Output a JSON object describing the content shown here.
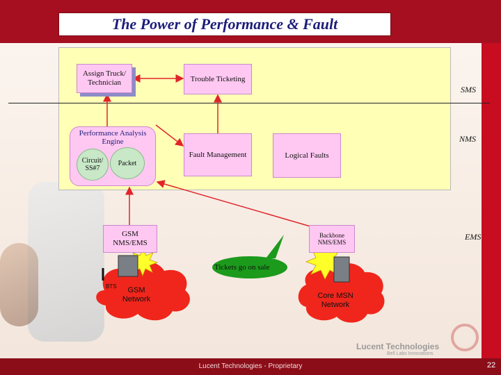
{
  "title": "The Power of Performance & Fault",
  "footer": "Lucent Technologies - Proprietary",
  "page_number": "22",
  "logo": {
    "name": "Lucent Technologies",
    "tagline": "Bell Labs Innovations"
  },
  "layers": {
    "sms": "SMS",
    "nms": "NMS",
    "ems": "EMS"
  },
  "boxes": {
    "assign": "Assign Truck/ Technician",
    "trouble": "Trouble Ticketing",
    "perf_engine": "Performance Analysis Engine",
    "circuit": "Circuit/ SS#7",
    "packet": "Packet",
    "fault": "Fault Management",
    "logical": "Logical Faults",
    "gsm_nms": "GSM NMS/EMS",
    "backbone": "Backbone NMS/EMS"
  },
  "callout": "Tickets go on sale",
  "networks": {
    "gsm": "GSM Network",
    "bts": "BTS",
    "core": "Core MSN Network"
  },
  "colors": {
    "brand_red": "#a50f1f",
    "panel_yellow": "#ffffb6",
    "box_pink": "#ffc8f2",
    "cloud_red": "#f0261c",
    "title_navy": "#1c1c7a"
  }
}
